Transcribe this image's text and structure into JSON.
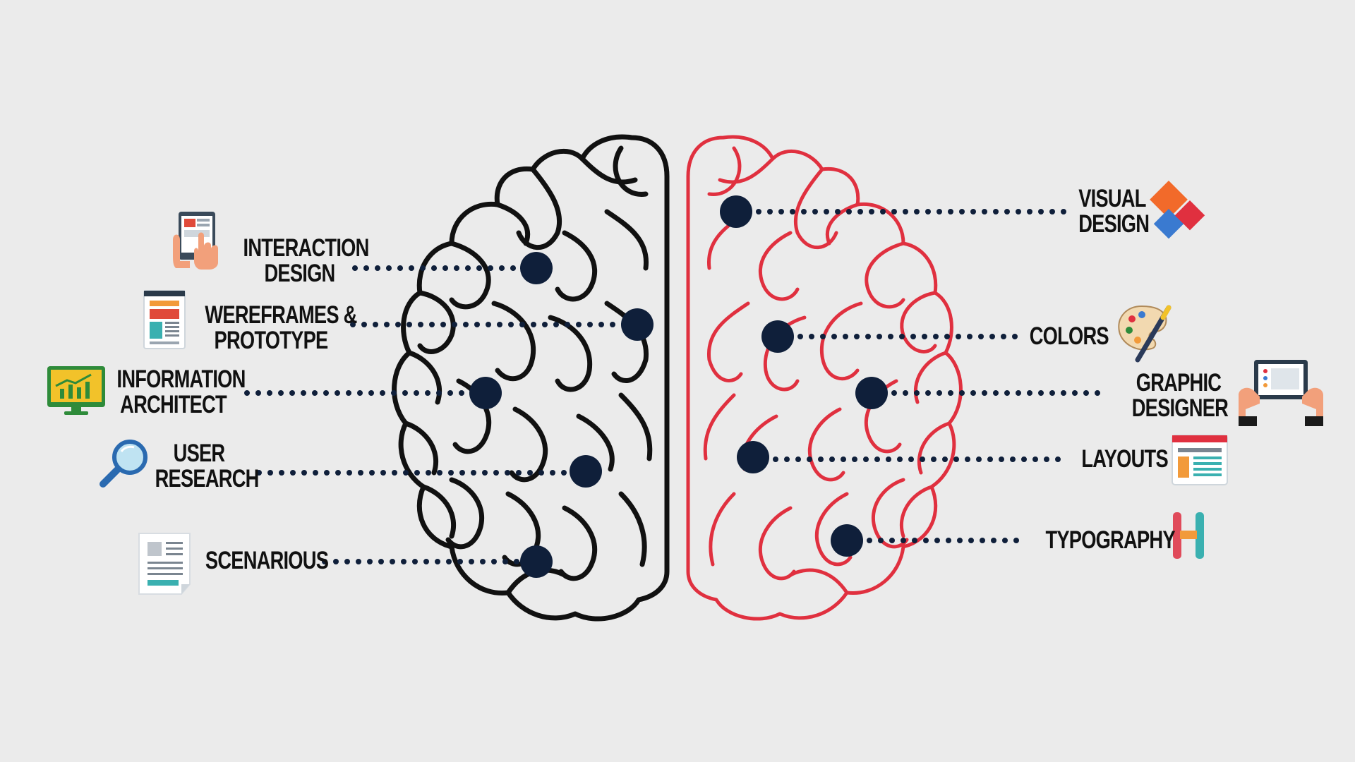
{
  "colors": {
    "background": "#ebebeb",
    "left_brain_stroke": "#111111",
    "right_brain_stroke": "#e0303f",
    "node_fill": "#0f1f3a",
    "dot_color": "#0f1f3a",
    "label_color": "#111111"
  },
  "left": {
    "interaction": {
      "line1": "INTERACTION",
      "line2": "DESIGN",
      "icon": "touch-tablet-icon"
    },
    "wireframes": {
      "line1": "WEREFRAMES &",
      "line2": "PROTOTYPE",
      "icon": "wireframe-window-icon"
    },
    "information": {
      "line1": "INFORMATION",
      "line2": "ARCHITECT",
      "icon": "monitor-chart-icon"
    },
    "research": {
      "line1": "USER",
      "line2": "RESEARCH",
      "icon": "magnifier-icon"
    },
    "scenarios": {
      "line1": "SCENARIOUS",
      "icon": "document-icon"
    }
  },
  "right": {
    "visual": {
      "line1": "VISUAL",
      "line2": "DESIGN",
      "icon": "color-squares-icon"
    },
    "colors": {
      "line1": "COLORS",
      "icon": "palette-brush-icon"
    },
    "graphic": {
      "line1": "GRAPHIC",
      "line2": "DESIGNER",
      "icon": "hands-tablet-icon"
    },
    "layouts": {
      "line1": "LAYOUTS",
      "icon": "layout-window-icon"
    },
    "typography": {
      "line1": "TYPOGRAPHY",
      "icon": "letter-h-icon"
    }
  }
}
